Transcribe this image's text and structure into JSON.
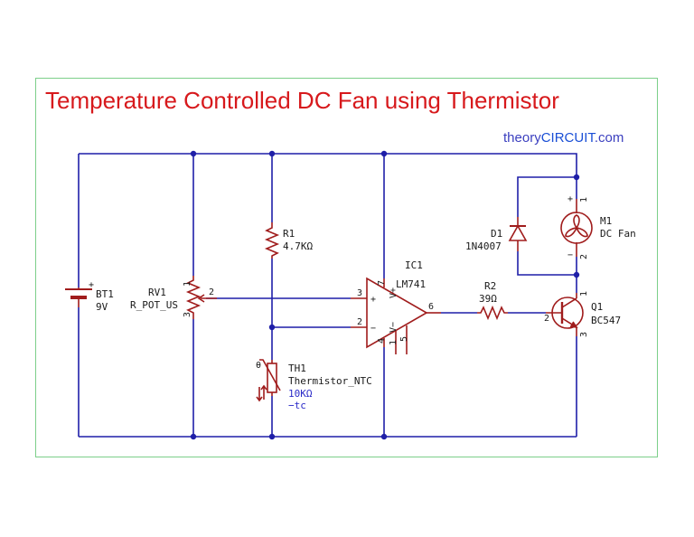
{
  "title": "Temperature Controlled DC Fan using Thermistor",
  "brand": {
    "prefix": "theory",
    "highlight": "CIRCUIT",
    "suffix": ".com"
  },
  "colors": {
    "wire": "#1f1fa8",
    "component": "#a01c1c",
    "title": "#d7191c",
    "frame": "#7ccf8a",
    "brand": "#1a4fd6"
  },
  "components": {
    "bt1": {
      "ref": "BT1",
      "value": "9V",
      "plus": "+"
    },
    "rv1": {
      "ref": "RV1",
      "value": "R_POT_US",
      "pin1": "1",
      "pin2": "2",
      "pin3": "3"
    },
    "r1": {
      "ref": "R1",
      "value": "4.7KΩ"
    },
    "th1": {
      "ref": "TH1",
      "value": "Thermistor_NTC",
      "value2": "10KΩ",
      "tc": "−tc",
      "theta": "θ"
    },
    "ic1": {
      "ref": "IC1",
      "value": "LM741",
      "pin3": "3",
      "pin2": "2",
      "pin6": "6",
      "pin7": "7",
      "pin4": "4",
      "pin1": "1",
      "pin5": "5",
      "plus": "+",
      "minus": "−",
      "vplus": "V+",
      "vminus": "V−"
    },
    "r2": {
      "ref": "R2",
      "value": "39Ω"
    },
    "q1": {
      "ref": "Q1",
      "value": "BC547",
      "pin1": "1",
      "pin2": "2",
      "pin3": "3"
    },
    "d1": {
      "ref": "D1",
      "value": "1N4007"
    },
    "m1": {
      "ref": "M1",
      "value": "DC Fan",
      "pin1": "1",
      "pin2": "2",
      "plus": "+",
      "minus": "−"
    }
  }
}
